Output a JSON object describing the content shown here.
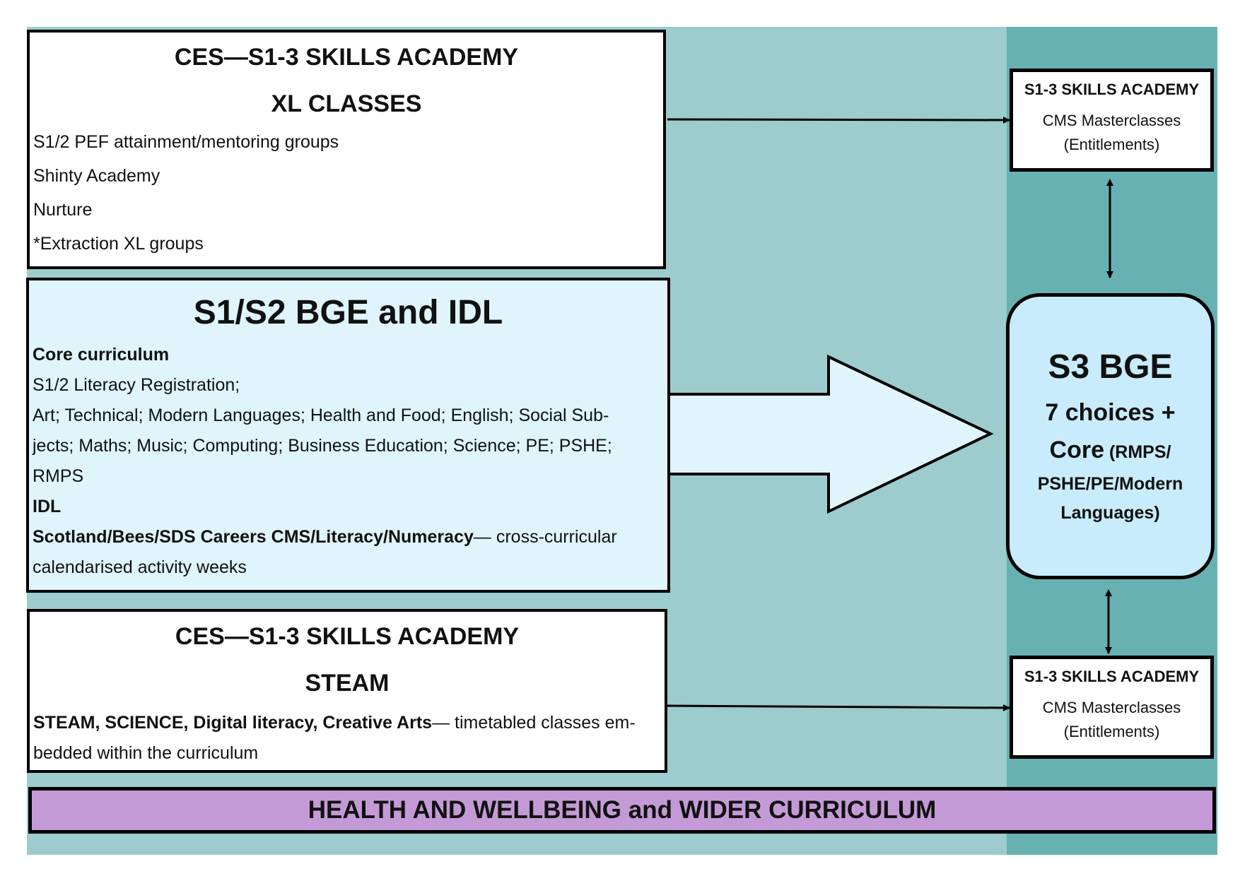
{
  "colors": {
    "page_background": "#ffffff",
    "left_panel": "#9ccccd",
    "right_panel": "#68b1b3",
    "bge_box_fill": "#dff4fb",
    "s3_box_fill": "#c8ecfb",
    "banner_fill": "#c39ad6",
    "border": "#000000"
  },
  "xl_box": {
    "title": "CES—S1-3 SKILLS ACADEMY",
    "subtitle": "XL CLASSES",
    "items": [
      "S1/2 PEF attainment/mentoring groups",
      "Shinty Academy",
      "Nurture",
      "*Extraction XL groups"
    ]
  },
  "bge_box": {
    "title": "S1/S2 BGE and IDL",
    "core_heading": "Core curriculum",
    "core_line_1": "S1/2 Literacy Registration;",
    "core_line_2": "Art; Technical; Modern Languages; Health and Food; English; Social Sub-",
    "core_line_3": "jects; Maths; Music; Computing; Business Education; Science; PE; PSHE;",
    "core_line_4": "RMPS",
    "idl_heading": "IDL",
    "idl_bold": "Scotland/Bees/SDS Careers CMS/Literacy/Numeracy",
    "idl_rest": "—  cross-curricular",
    "idl_line_2": "calendarised activity weeks"
  },
  "steam_box": {
    "title": "CES—S1-3 SKILLS ACADEMY",
    "subtitle": "STEAM",
    "bold_text": "STEAM, SCIENCE, Digital literacy, Creative Arts",
    "rest_text": "— timetabled classes em-",
    "line_2": "bedded within the curriculum"
  },
  "top_right_box": {
    "title": "S1-3 SKILLS ACADEMY",
    "line_1": "CMS Masterclasses",
    "line_2": "(Entitlements)"
  },
  "bottom_right_box": {
    "title": "S1-3 SKILLS ACADEMY",
    "line_1": "CMS Masterclasses",
    "line_2": "(Entitlements)"
  },
  "s3_box": {
    "title": "S3 BGE",
    "line_1": "7 choices +",
    "line_2_big": "Core",
    "line_2_small": " (RMPS/",
    "line_3": "PSHE/PE/Modern",
    "line_4": "Languages)"
  },
  "banner": {
    "text": "HEALTH AND WELLBEING and WIDER CURRICULUM"
  }
}
